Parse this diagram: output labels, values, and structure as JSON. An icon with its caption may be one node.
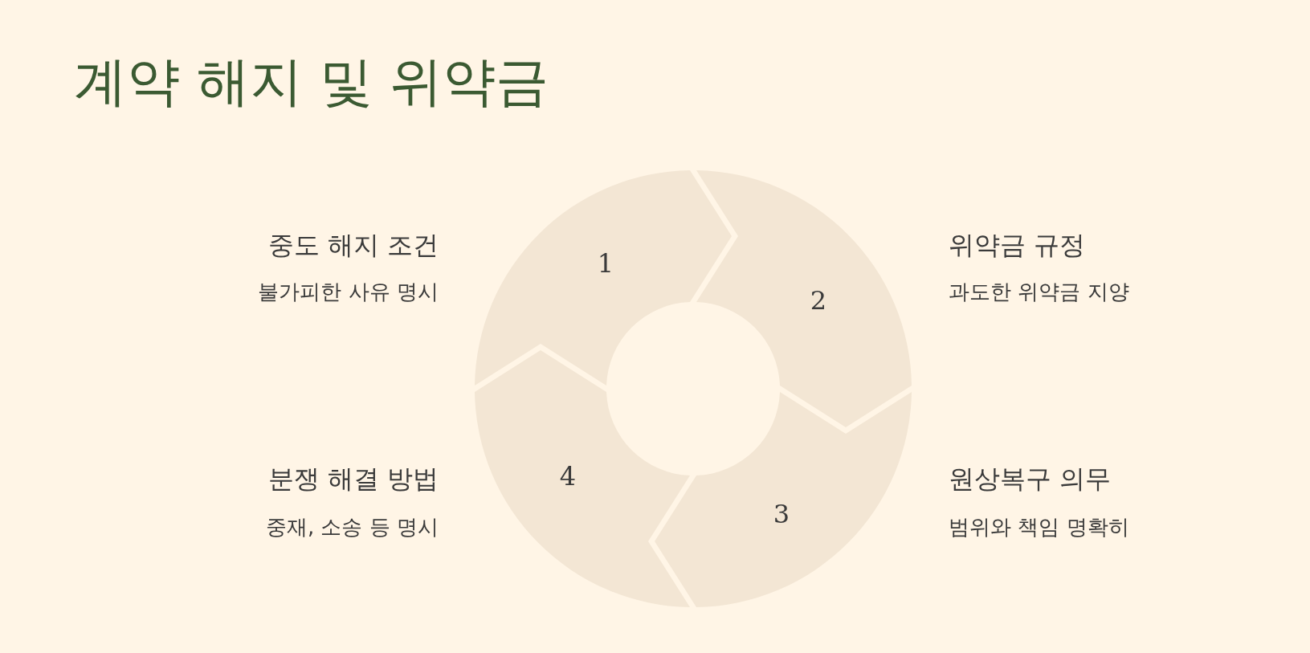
{
  "diagram": {
    "title": "계약 해지 및 위약금",
    "nodes": [
      {
        "text": [
          "1"
        ],
        "beside": [
          "중도 해지 조건",
          "불가피한 사유 명시"
        ]
      },
      {
        "text": [
          "2"
        ],
        "beside": [
          "위약금 규정",
          "과도한 위약금 지양"
        ]
      },
      {
        "text": [
          "3"
        ],
        "beside": [
          "원상복구 의무",
          "범위와 책임 명확히"
        ]
      },
      {
        "text": [
          "4"
        ],
        "beside": [
          "분쟁 해결 방법",
          "중재, 소송 등 명시"
        ]
      }
    ]
  }
}
